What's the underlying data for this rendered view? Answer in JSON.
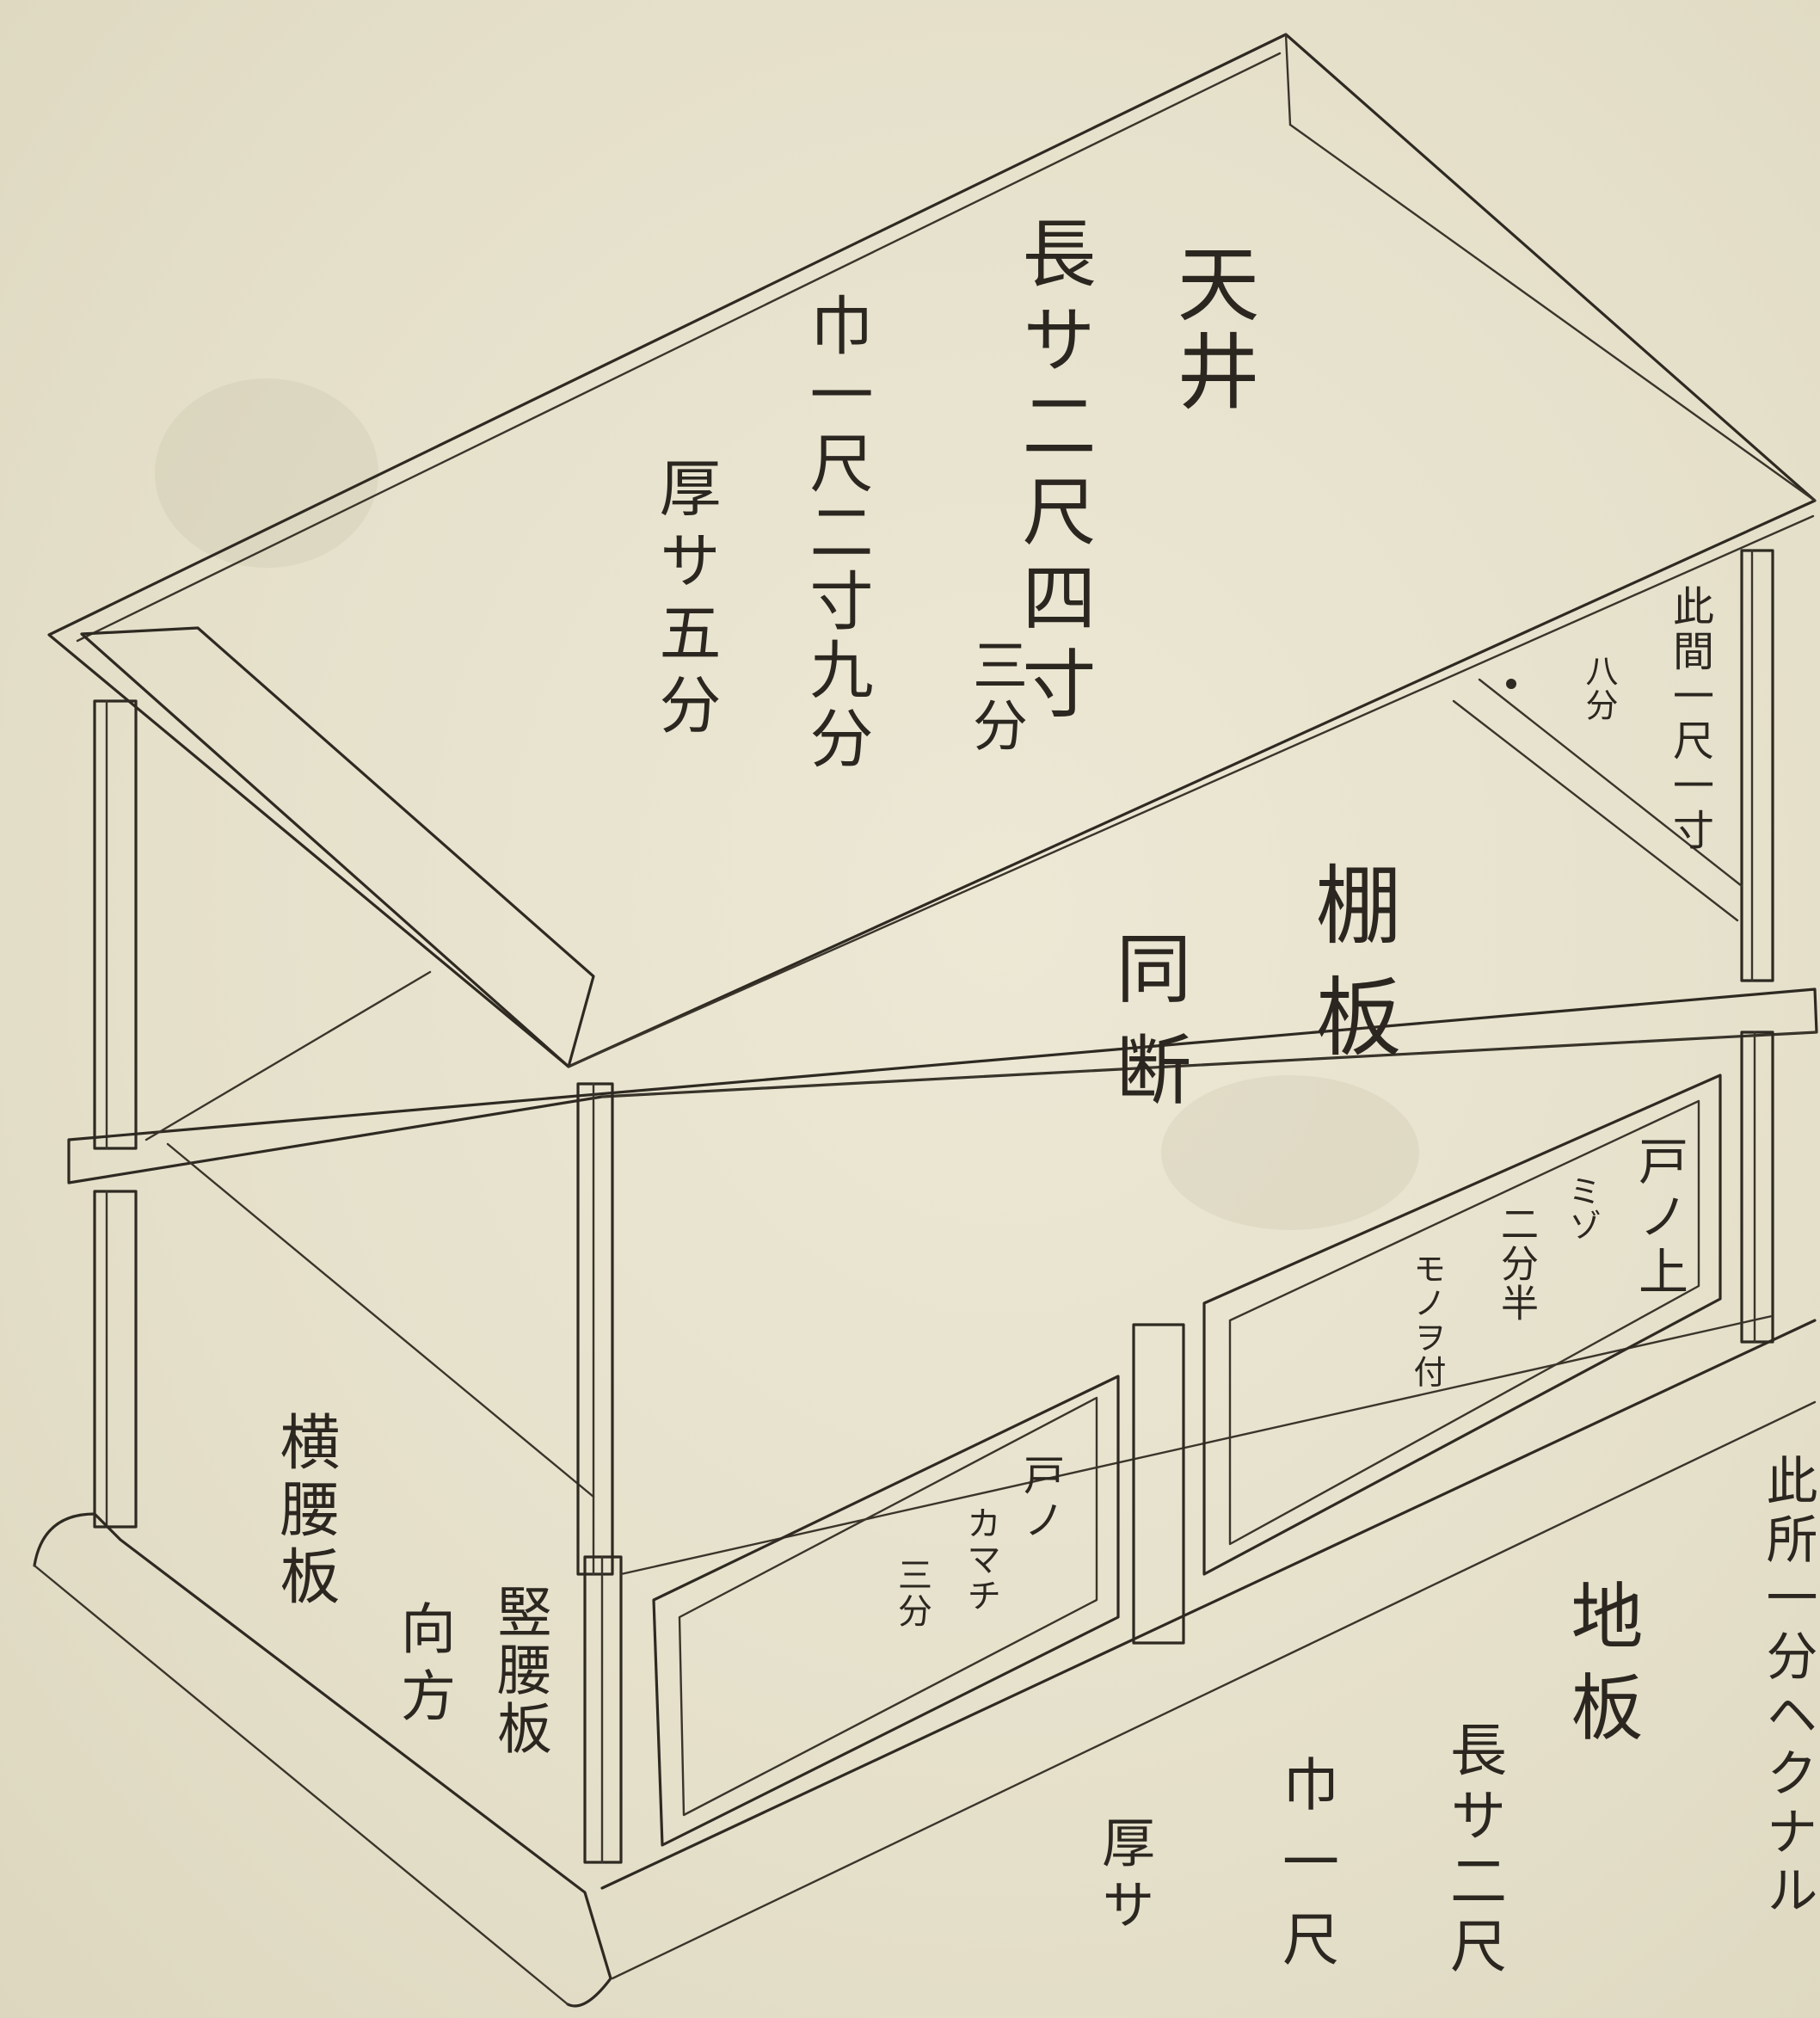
{
  "labels": {
    "ceiling_title": "天井",
    "ceiling_length": "長サ二尺四寸",
    "ceiling_length_frac": "三分",
    "ceiling_width": "巾一尺二寸九分",
    "ceiling_thickness": "厚サ五分",
    "ceiling_gap": "此間一尺一寸",
    "ceiling_gap_frac": "八分",
    "shelf_title": "棚板",
    "shelf_same": "同断",
    "side_waist_board": "横腰板",
    "front_direction": "向方",
    "vertical_waist_board": "竪腰板",
    "door_upper": "戸ノ上",
    "door_upper_measure": "ミゾ",
    "door_upper_frac": "二分半",
    "door_upper_note": "モノヲ付",
    "door_lower": "戸ノ",
    "door_lower_frame": "カマチ",
    "door_lower_frac": "三分",
    "floor_title": "地板",
    "floor_length": "長サ二尺",
    "floor_width": "巾一尺",
    "floor_thickness": "厚サ",
    "floor_note": "此所一分ヘクナル"
  }
}
